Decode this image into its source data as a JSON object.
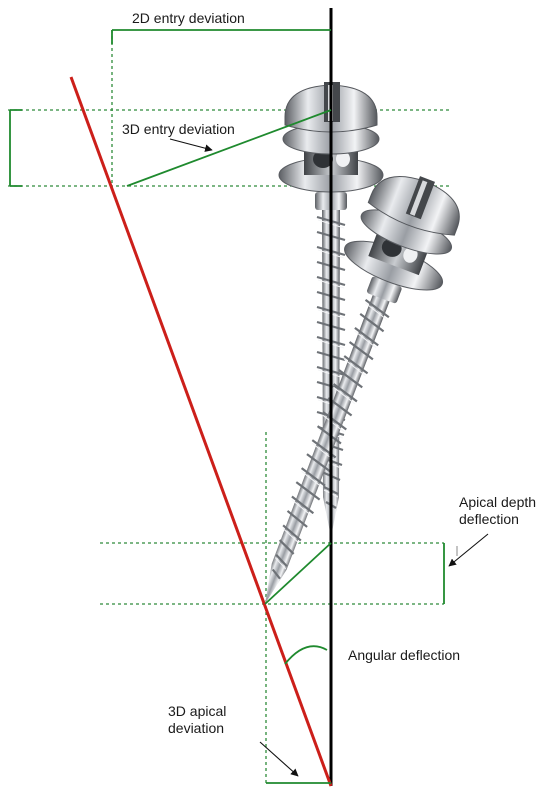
{
  "labels": {
    "entry_2d": "2D entry deviation",
    "entry_3d": "3D entry deviation",
    "apical_depth_line1": "Apical depth",
    "apical_depth_line2": "deflection",
    "angular": "Angular deflection",
    "apical_3d_line1": "3D apical",
    "apical_3d_line2": "deviation"
  },
  "colors": {
    "planned_axis": "#000000",
    "placed_axis": "#cc1f1a",
    "measure_green": "#1f8a2e",
    "guide_dotted": "#2e8b3a",
    "screw_metal": "#b9bcc1"
  },
  "icons": {
    "screw": "mini-screw-implant",
    "pointer": "arrow-pointer"
  }
}
